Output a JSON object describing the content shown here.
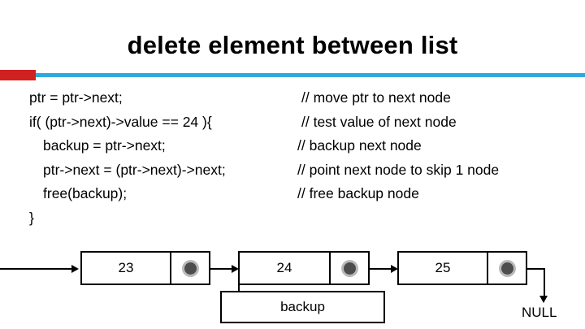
{
  "slide": {
    "title": "delete element between list",
    "accent_red": "#d02020",
    "accent_blue": "#2fa8dd"
  },
  "code": {
    "lines": [
      {
        "stmt": "ptr = ptr->next;",
        "comment": "// move ptr to next node",
        "indent": 0
      },
      {
        "stmt": "if( (ptr->next)->value == 24 ){",
        "comment": "// test value of next node",
        "indent": 0
      },
      {
        "stmt": "backup = ptr->next;",
        "comment": "// backup next node",
        "indent": 1
      },
      {
        "stmt": "ptr->next = (ptr->next)->next;",
        "comment": "// point next node to skip 1 node",
        "indent": 1
      },
      {
        "stmt": "free(backup);",
        "comment": "// free backup node",
        "indent": 1
      },
      {
        "stmt": "}",
        "comment": "",
        "indent": 0
      }
    ]
  },
  "diagram": {
    "nodes": [
      {
        "value": "23",
        "pointer_icon": "filled-dot-pointer"
      },
      {
        "value": "24",
        "pointer_icon": "filled-dot-pointer"
      },
      {
        "value": "25",
        "pointer_icon": "filled-dot-pointer"
      }
    ],
    "backup_label": "backup",
    "null_label": "NULL"
  }
}
